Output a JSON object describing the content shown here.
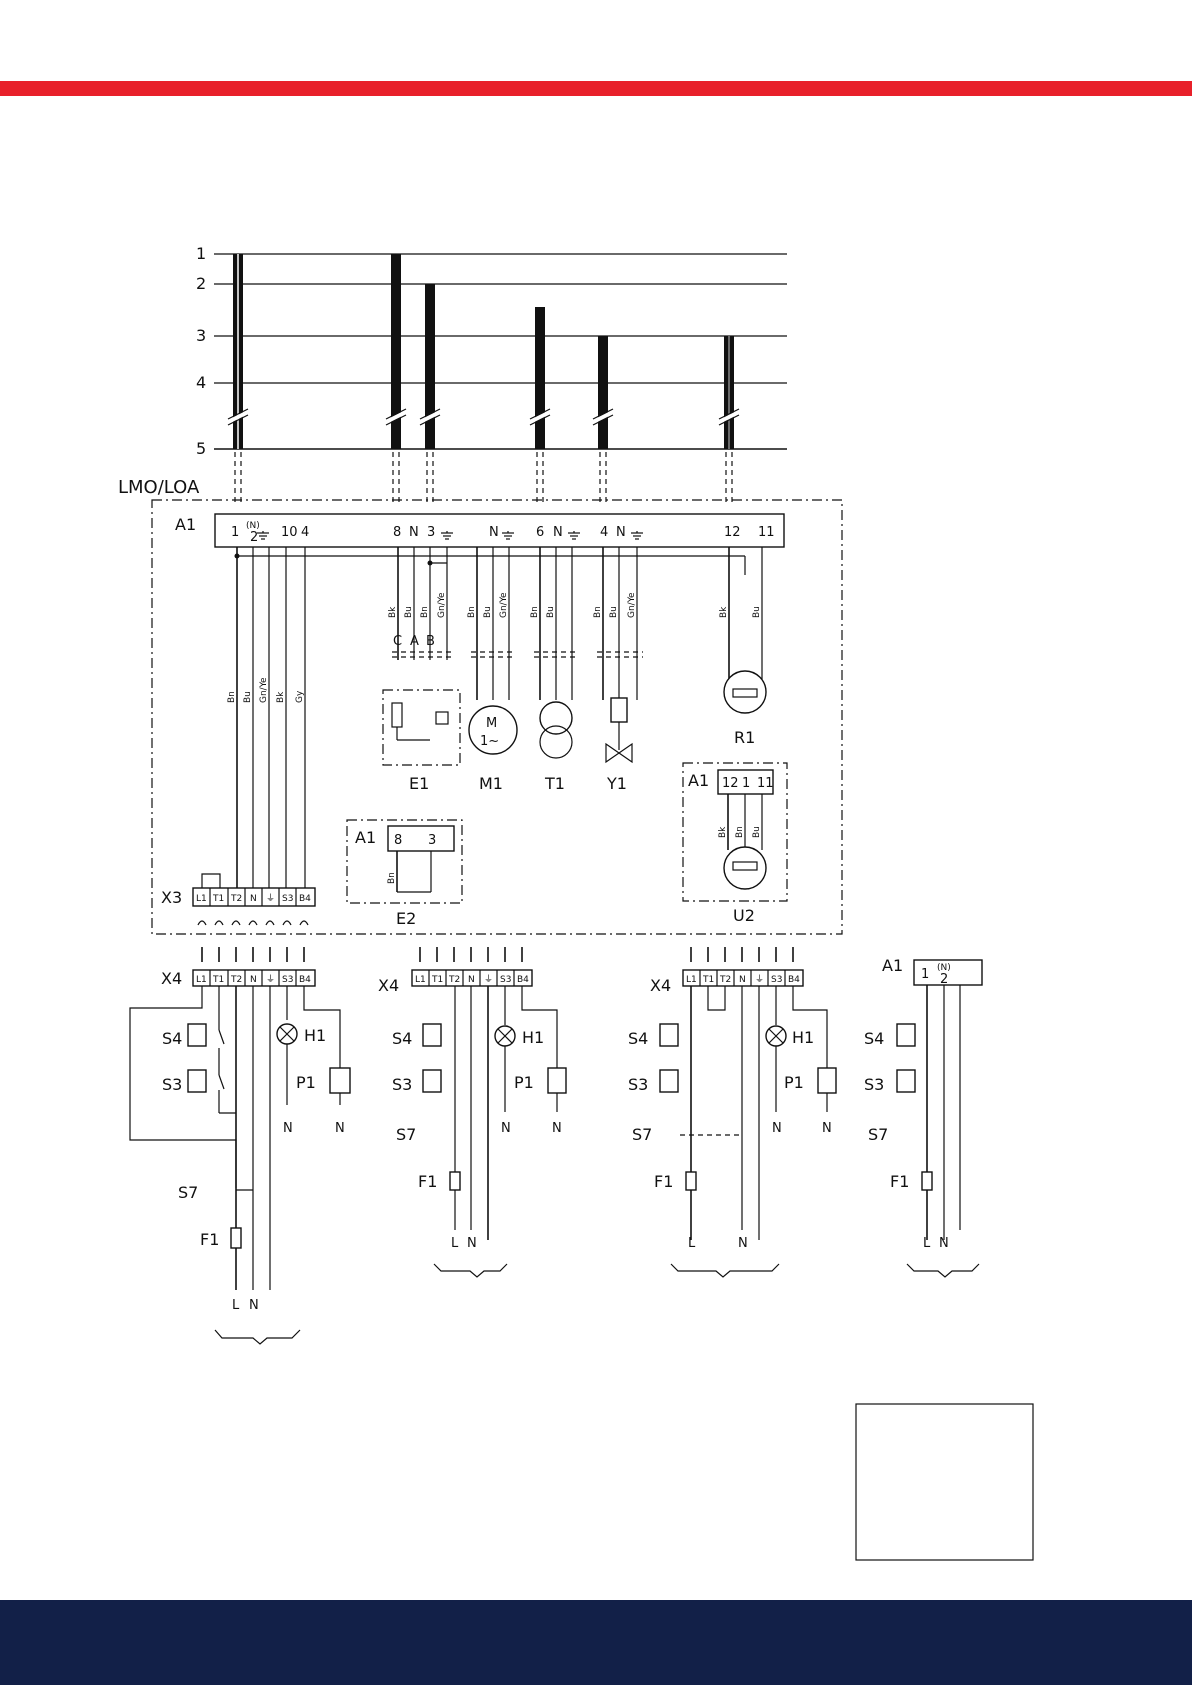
{
  "colors": {
    "top_bar": "#e8202a",
    "bottom_bar": "#122048"
  },
  "busbars": {
    "labels": [
      "1",
      "2",
      "3",
      "4",
      "5"
    ]
  },
  "controller": {
    "title": "LMO/LOA",
    "ref": "A1",
    "terminals": [
      "1",
      "(N)",
      "2",
      "10",
      "4",
      "8",
      "N",
      "3",
      "N",
      "6",
      "N",
      "4",
      "N",
      "12",
      "11"
    ]
  },
  "wire_colors": [
    "Bn",
    "Bu",
    "Gn/Ye",
    "Bk",
    "Gy"
  ],
  "components": {
    "E1": {
      "label": "E1",
      "pins": [
        "C",
        "A",
        "B"
      ]
    },
    "M1": {
      "label": "M1",
      "symbol_top": "M",
      "symbol_bottom": "1~"
    },
    "T1": {
      "label": "T1"
    },
    "Y1": {
      "label": "Y1"
    },
    "R1": {
      "label": "R1"
    },
    "E2": {
      "label": "E2",
      "ref": "A1",
      "terminals": [
        "8",
        "3"
      ]
    },
    "U2": {
      "label": "U2",
      "ref": "A1",
      "terminals": [
        "12",
        "1",
        "11"
      ]
    }
  },
  "plug": {
    "X3": "X3",
    "X4": "X4",
    "terminals": [
      "L1",
      "T1",
      "T2",
      "N",
      "⏚",
      "S3",
      "B4"
    ]
  },
  "circuit_labels": {
    "S4": "S4",
    "S3": "S3",
    "S7": "S7",
    "F1": "F1",
    "H1": "H1",
    "P1": "P1",
    "L": "L",
    "N": "N"
  },
  "circuit4": {
    "ref": "A1",
    "terminals": [
      "1",
      "(N)",
      "2"
    ]
  }
}
